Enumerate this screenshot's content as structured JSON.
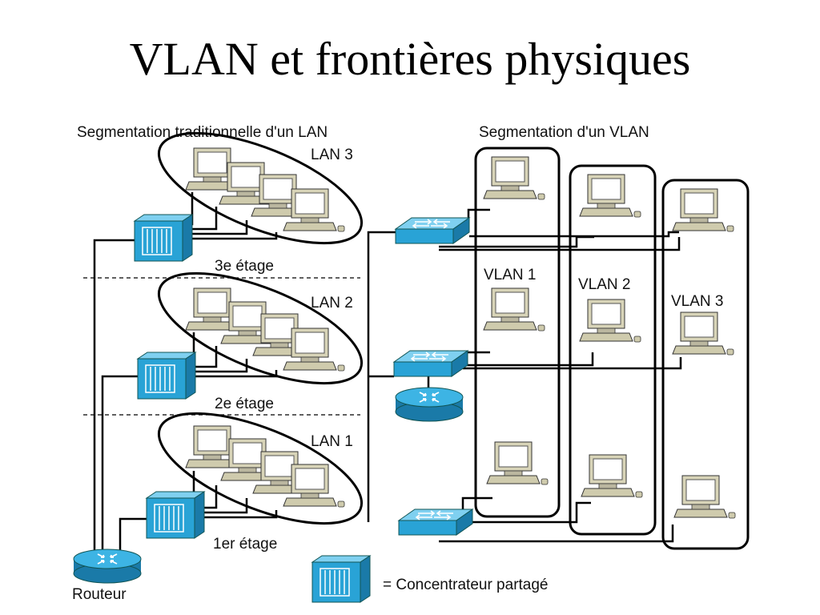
{
  "title": "VLAN et frontières physiques",
  "left_heading": "Segmentation traditionnelle d'un LAN",
  "right_heading": "Segmentation d'un VLAN",
  "lans": [
    "LAN 3",
    "LAN 2",
    "LAN 1"
  ],
  "floors": [
    "3e étage",
    "2e étage",
    "1er étage"
  ],
  "vlans": [
    "VLAN 1",
    "VLAN 2",
    "VLAN 3"
  ],
  "router_label": "Routeur",
  "legend_text": "= Concentrateur partagé",
  "colors": {
    "device": "#29a3d6",
    "device_dark": "#1a7aa8",
    "pc_body": "#d4d0b4",
    "screen": "#ffffff"
  }
}
